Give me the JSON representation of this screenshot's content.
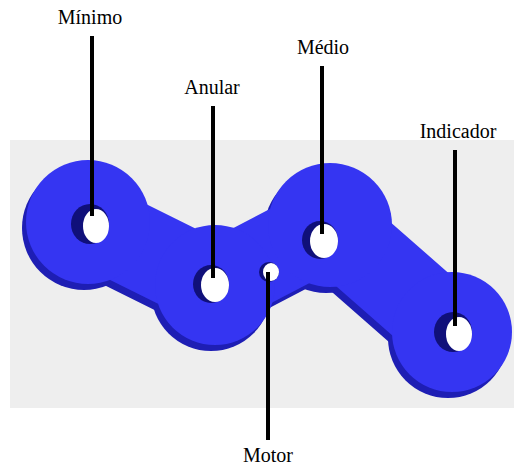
{
  "diagram": {
    "labels": [
      "Mínimo",
      "Médio",
      "Anular",
      "Indicador",
      "Motor"
    ]
  }
}
